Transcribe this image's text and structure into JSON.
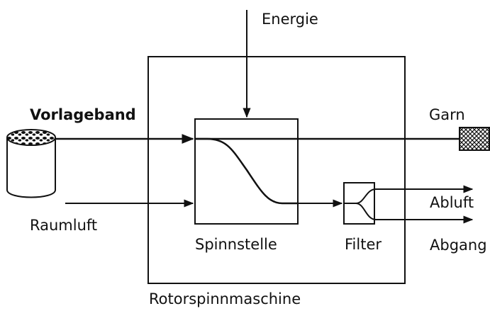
{
  "labels": {
    "energy": "Energie",
    "sliver": "Vorlageband",
    "yarn": "Garn",
    "room_air": "Raumluft",
    "exhaust_air": "Abluft",
    "waste": "Abgang",
    "spinning_unit": "Spinnstelle",
    "filter": "Filter",
    "machine": "Rotorspinnmaschine"
  },
  "colors": {
    "ink": "#111111",
    "background": "#ffffff",
    "paper_noise": "#d8d8d8"
  },
  "icons": {
    "sliver_can": "cylinder-can-icon",
    "yarn_package": "crosshatched-bobbin-icon"
  }
}
